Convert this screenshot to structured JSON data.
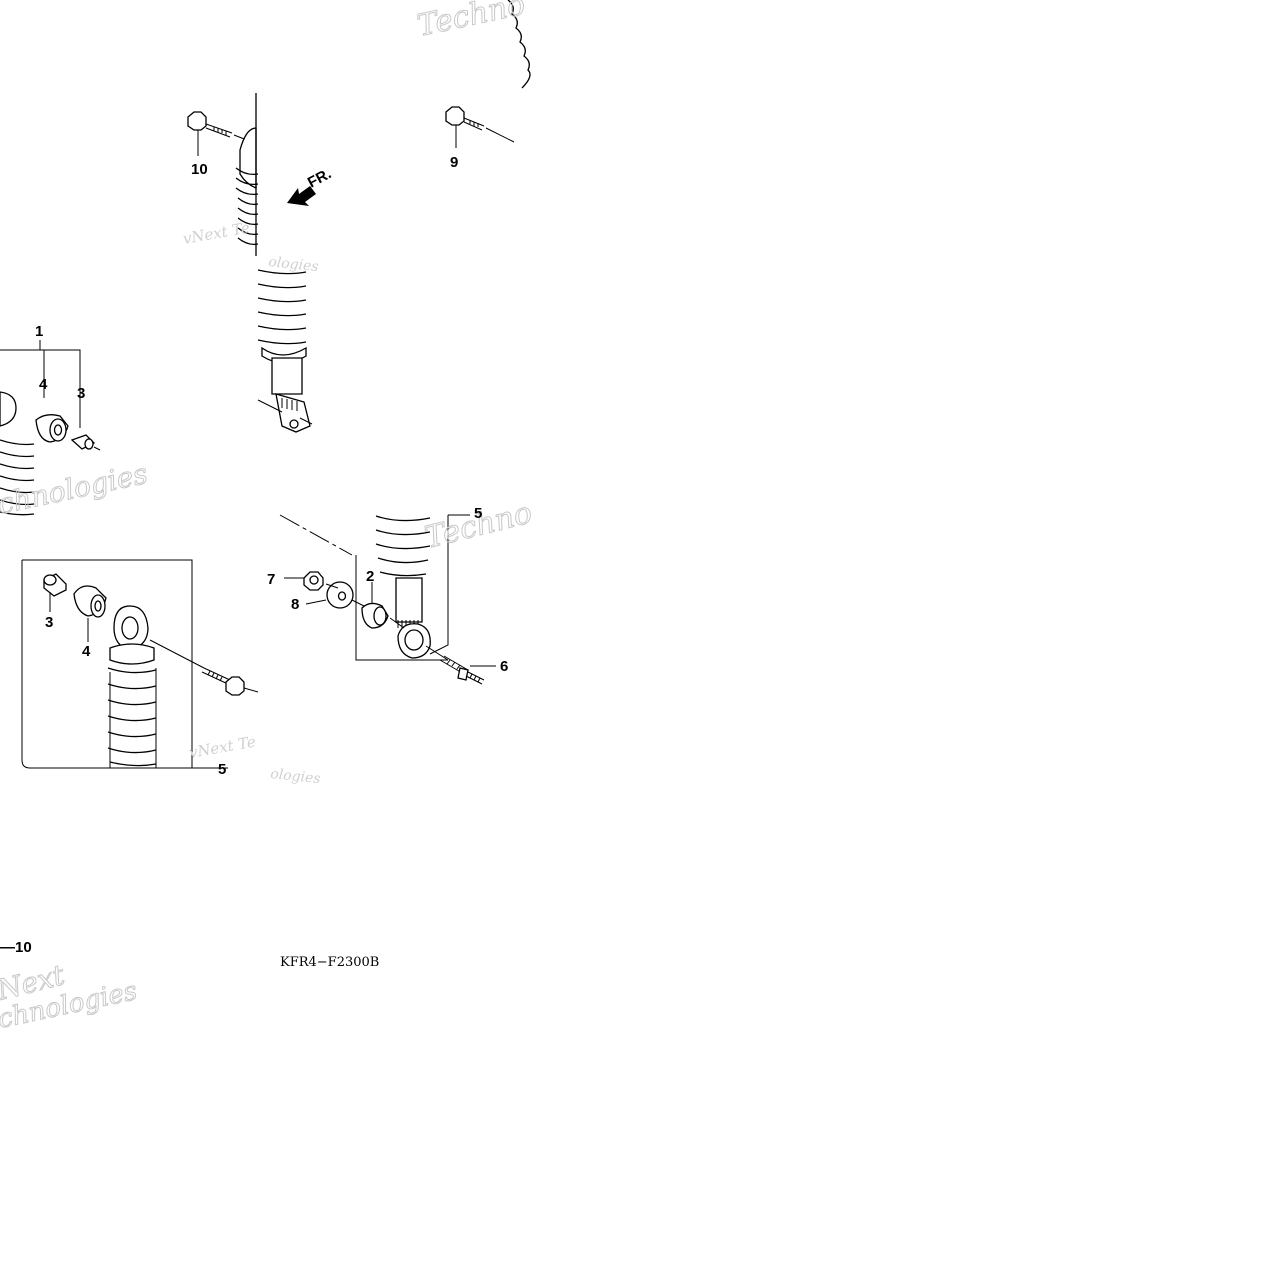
{
  "diagram": {
    "code": "KFR4−F2300B",
    "page_ref": "—10",
    "direction_label": "FR.",
    "watermarks": [
      "Techno",
      "vNext Te",
      "ologies",
      "Techno",
      "chnologies",
      "vNext Te",
      "ologies",
      "Next",
      "chnologies"
    ],
    "callouts": [
      "10",
      "9",
      "1",
      "4",
      "3",
      "3",
      "4",
      "7",
      "8",
      "2",
      "6",
      "5",
      "5"
    ]
  }
}
